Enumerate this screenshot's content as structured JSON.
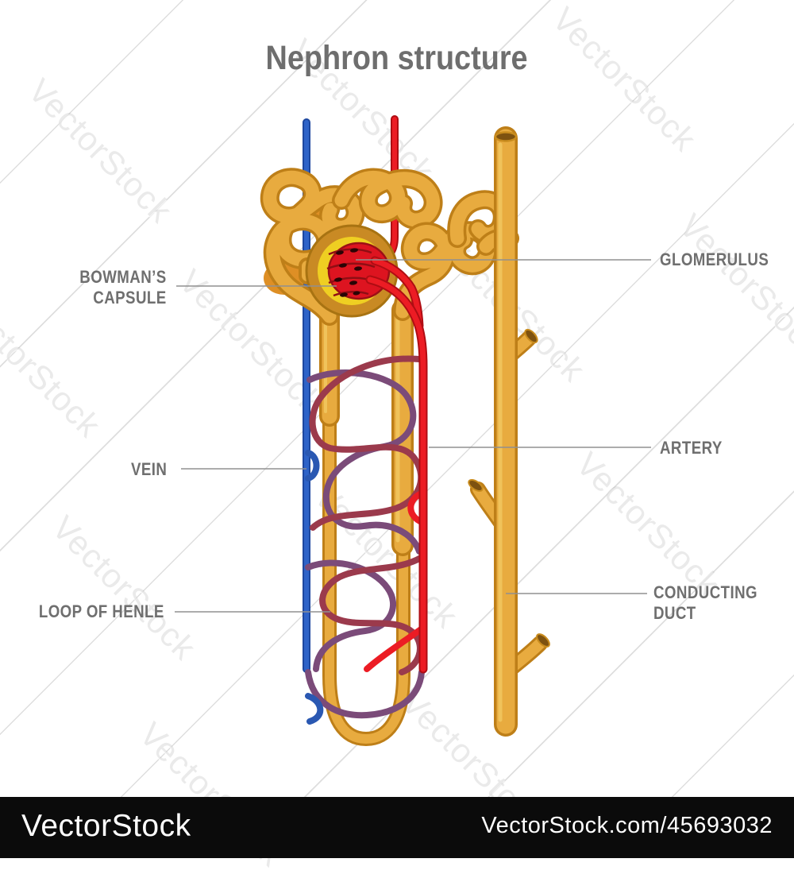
{
  "title": "Nephron structure",
  "labels": {
    "bowmans_capsule_line1": "BOWMAN’S",
    "bowmans_capsule_line2": "CAPSULE",
    "glomerulus": "GLOMERULUS",
    "vein": "VEIN",
    "artery": "ARTERY",
    "loop_of_henle": "LOOP OF HENLE",
    "conducting_duct_line1": "CONDUCTING",
    "conducting_duct_line2": "DUCT"
  },
  "watermark": {
    "text": "VectorStock"
  },
  "footer": {
    "brand": "VectorStock",
    "attribution": "VectorStock.com/45693032"
  },
  "palette": {
    "tubule_gold": "#E8AB3F",
    "tubule_gold_dark": "#BE7F18",
    "tubule_gold_light": "#F4CD68",
    "vein_blue": "#2A58B2",
    "artery_red": "#E2141E",
    "capillary_maroon": "#9B3A4C",
    "capillary_purple": "#7B4B79",
    "capsule_tan": "#C98A24",
    "capsule_yellow": "#EFCF22",
    "glomerulus_red": "#DD1420",
    "label_gray": "#6F6F6F",
    "leader_gray": "#909090",
    "title_gray": "#6E6E6E",
    "footer_black": "#0B0B0B"
  }
}
